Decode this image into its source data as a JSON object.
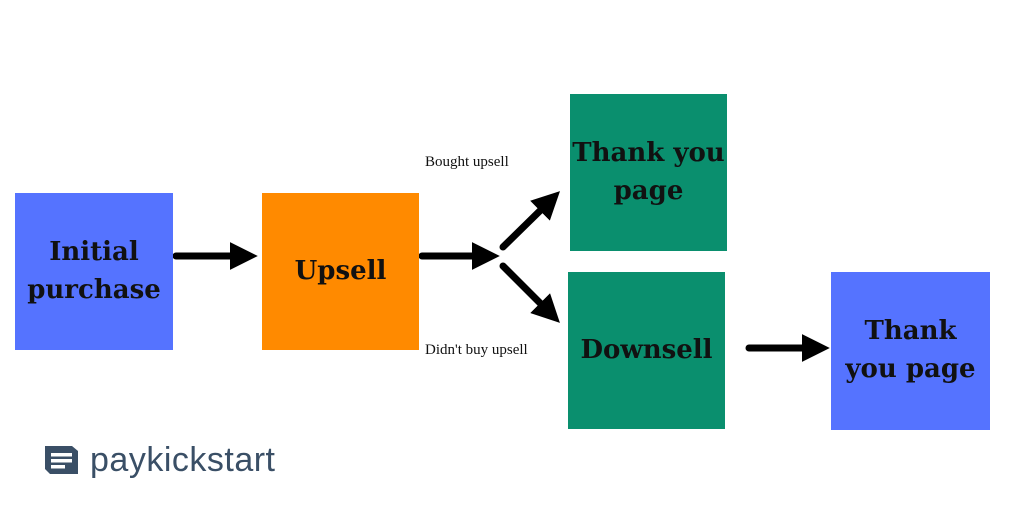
{
  "colors": {
    "blue": "#5573ff",
    "orange": "#ff8a00",
    "green": "#0a8f6e",
    "arrow": "#000000",
    "logo": "#3a4f66"
  },
  "nodes": {
    "initial_purchase": {
      "line1": "Initial",
      "line2": "purchase"
    },
    "upsell": {
      "label": "Upsell"
    },
    "thank_you_top": {
      "line1": "Thank you",
      "line2": "page"
    },
    "downsell": {
      "label": "Downsell"
    },
    "thank_you_right": {
      "line1": "Thank",
      "line2": "you page"
    }
  },
  "edges": {
    "bought_upsell": "Bought upsell",
    "didnt_buy_upsell": "Didn't buy upsell"
  },
  "logo": {
    "text": "paykickstart",
    "icon": "paykickstart-logo-icon"
  }
}
